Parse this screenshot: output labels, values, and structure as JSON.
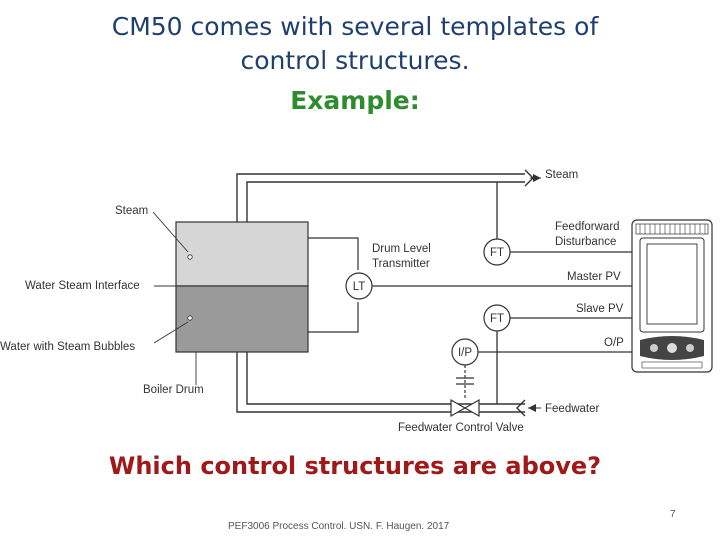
{
  "slide": {
    "title_line1": "CM50 comes with several templates of",
    "title_line2": "control structures.",
    "title_line3": "Example:",
    "question": "Which control structures are above?",
    "footer": "PEF3006 Process Control. USN. F. Haugen. 2017",
    "page_number": "7"
  },
  "diagram": {
    "labels": {
      "steam_out": "Steam",
      "steam": "Steam",
      "water_steam_interface": "Water Steam Interface",
      "water_steam_bubbles": "Water with Steam Bubbles",
      "boiler_drum": "Boiler Drum",
      "drum_level_line1": "Drum Level",
      "drum_level_line2": "Transmitter",
      "feedforward_line1": "Feedforward",
      "feedforward_line2": "Disturbance",
      "master_pv": "Master PV",
      "slave_pv": "Slave PV",
      "op": "O/P",
      "feedwater": "Feedwater",
      "feedwater_valve": "Feedwater Control Valve"
    },
    "instruments": {
      "ft_steam": "FT",
      "lt": "LT",
      "ft_water": "FT",
      "ip": "I/P"
    },
    "colors": {
      "steam_fill": "#d6d6d6",
      "water_fill": "#9a9a9a",
      "title": "#1f3f6e",
      "example": "#2e8b2e",
      "question": "#a01818"
    }
  }
}
